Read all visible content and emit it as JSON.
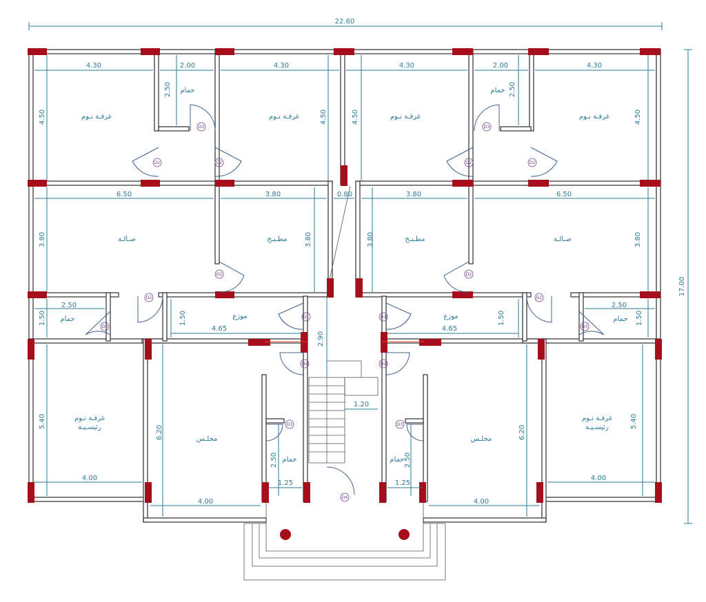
{
  "overall": {
    "width_label": "22.60",
    "height_label": "17.00"
  },
  "dims": {
    "d_430_a": "4.30",
    "d_200_a": "2.00",
    "d_430_b": "4.30",
    "d_430_c": "4.30",
    "d_200_b": "2.00",
    "d_430_d": "4.30",
    "d_450_a": "4.50",
    "d_250_a": "2.50",
    "d_450_b": "4.50",
    "d_450_c": "4.50",
    "d_250_b": "2.50",
    "d_450_d": "4.50",
    "d_650_a": "6.50",
    "d_380_a": "3.80",
    "d_080": "0.80",
    "d_380_b": "3.80",
    "d_650_b": "6.50",
    "d_380_v1": "3.80",
    "d_380_v2": "3.80",
    "d_380_v3": "3.80",
    "d_380_v4": "3.80",
    "d_250_c": "2.50",
    "d_150_a": "1.50",
    "d_150_b": "1.50",
    "d_465_a": "4.65",
    "d_290": "2.90",
    "d_150_c": "1.50",
    "d_465_b": "4.65",
    "d_250_d": "2.50",
    "d_150_d": "1.50",
    "d_540_a": "5.40",
    "d_620_a": "6.20",
    "d_120": "1.20",
    "d_620_b": "6.20",
    "d_540_b": "5.40",
    "d_250_e": "2.50",
    "d_250_f": "2.50",
    "d_125_a": "1.25",
    "d_125_b": "1.25",
    "d_400_a": "4.00",
    "d_400_b": "4.00",
    "d_400_c": "4.00",
    "d_400_d": "4.00"
  },
  "rooms": {
    "bed1": "غرفـة نـوم",
    "bath1": "حمام",
    "bed2": "غرفـة نـوم",
    "bed3": "غرفـة نـوم",
    "bath2": "حمام",
    "bed4": "غرفـة نـوم",
    "salon1": "صـالـة",
    "kitchen1": "مطـبـخ",
    "kitchen2": "مطـبـخ",
    "salon2": "صـالـة",
    "bath3": "حمام",
    "dist1": "موزع",
    "dist2": "موزع",
    "bath4": "حمام",
    "master1_a": "غرفـة نـوم",
    "master1_b": "رئيسـيـة",
    "majlis1": "مجلـس",
    "majlis2": "مجلـس",
    "master2_a": "غرفـة نـوم",
    "master2_b": "رئيسـيـة",
    "bath5": "حمام",
    "bath6": "حمام"
  },
  "doors": {
    "t1": "D3",
    "t2": "D2",
    "t3": "D2",
    "t4": "D3",
    "t5": "D2",
    "t6": "D2",
    "t7": "D2",
    "t8": "D2",
    "t9": "D2",
    "t10": "D2",
    "t11": "D3",
    "t12": "D3",
    "t13": "D1",
    "t14": "D1",
    "t15": "D2",
    "t16": "D2",
    "t17": "D3",
    "t18": "D3",
    "t19": "D4"
  },
  "colors": {
    "wall": "#2b2b2b",
    "column": "#a50e1a",
    "dimension": "#2a7a9a",
    "tag": "#6b3a8a"
  }
}
